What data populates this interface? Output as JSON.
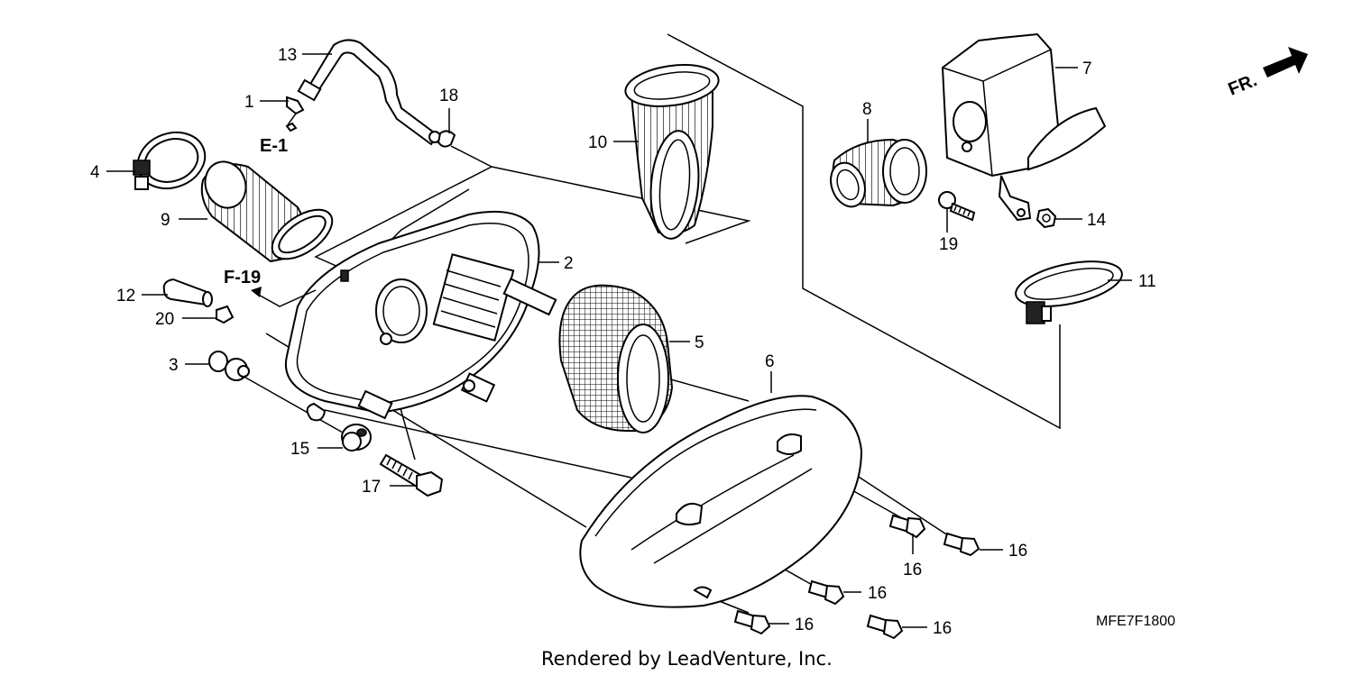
{
  "callouts": {
    "p1": "1",
    "p2": "2",
    "p3": "3",
    "p4": "4",
    "p5": "5",
    "p6": "6",
    "p7": "7",
    "p8": "8",
    "p9": "9",
    "p10": "10",
    "p11": "11",
    "p12": "12",
    "p13": "13",
    "p14": "14",
    "p15": "15",
    "p16a": "16",
    "p16b": "16",
    "p16c": "16",
    "p16d": "16",
    "p16e": "16",
    "p17": "17",
    "p18": "18",
    "p19": "19",
    "p20": "20"
  },
  "references": {
    "e1": "E-1",
    "f19": "F-19"
  },
  "front_indicator": "FR.",
  "diagram_code": "MFE7F1800",
  "credit": "Rendered by LeadVenture, Inc."
}
